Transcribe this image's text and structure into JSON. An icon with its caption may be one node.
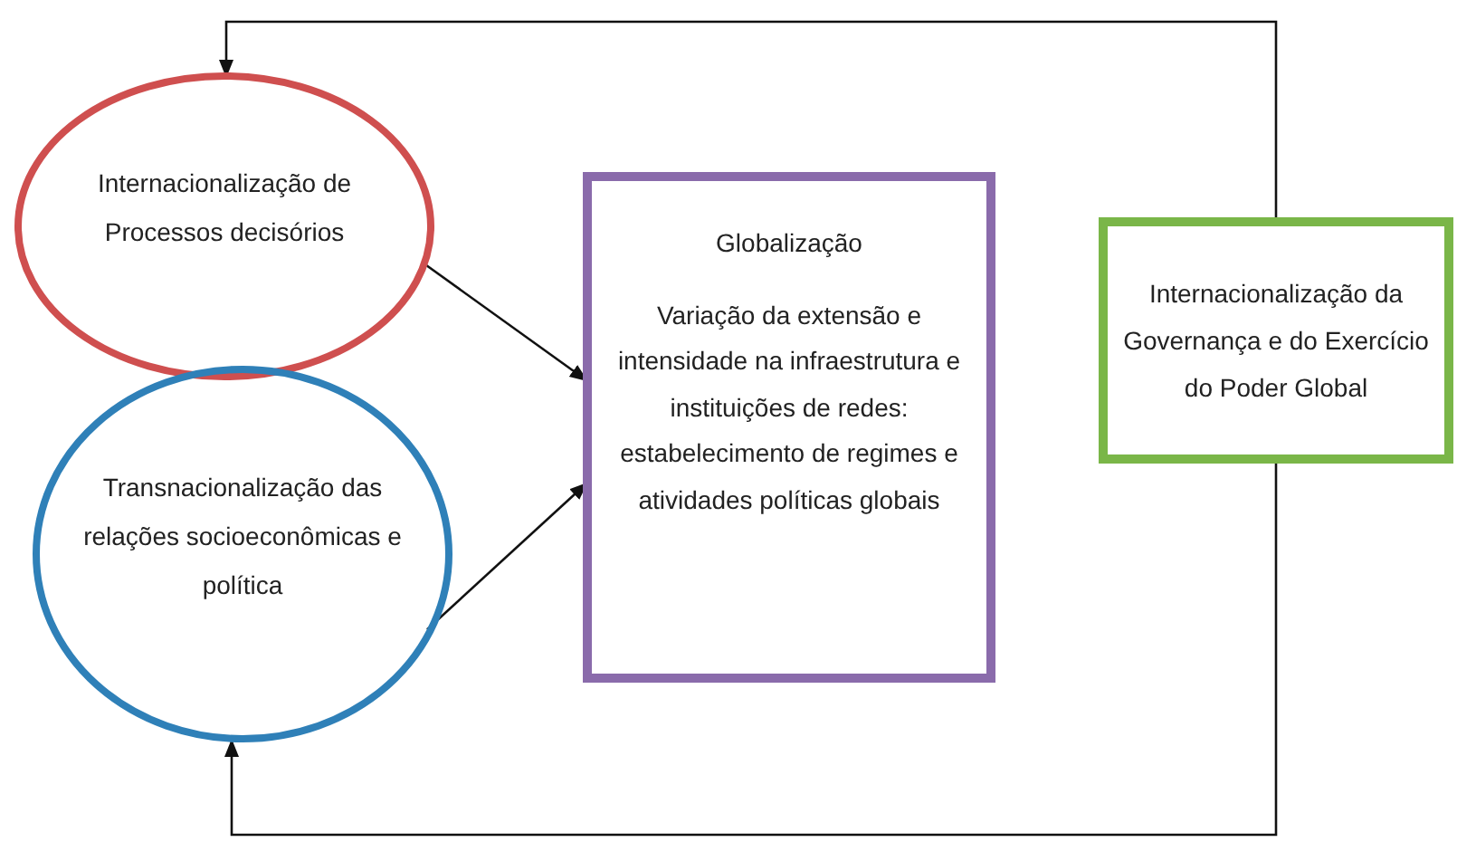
{
  "diagram": {
    "nodes": [
      {
        "text": [
          "Internacionalização de Processos decisórios"
        ]
      },
      {
        "text": [
          "Transnacionalização das relações socioeconômicas e política"
        ]
      },
      {
        "text": [
          "Globalização",
          "Variação da extensão e intensidade na infraestrutura e instituições de redes: estabelecimento de regimes e atividades políticas globais"
        ]
      },
      {
        "text": [
          "Internacionalização da Governança e do Exercício do Poder Global"
        ]
      }
    ],
    "edges": [
      {
        "from": 0,
        "to": 2,
        "arrow": "to"
      },
      {
        "from": 1,
        "to": 2,
        "arrow": "to"
      },
      {
        "from": 3,
        "to": 0,
        "arrow": "to"
      },
      {
        "from": 3,
        "to": 1,
        "arrow": "to"
      }
    ]
  }
}
